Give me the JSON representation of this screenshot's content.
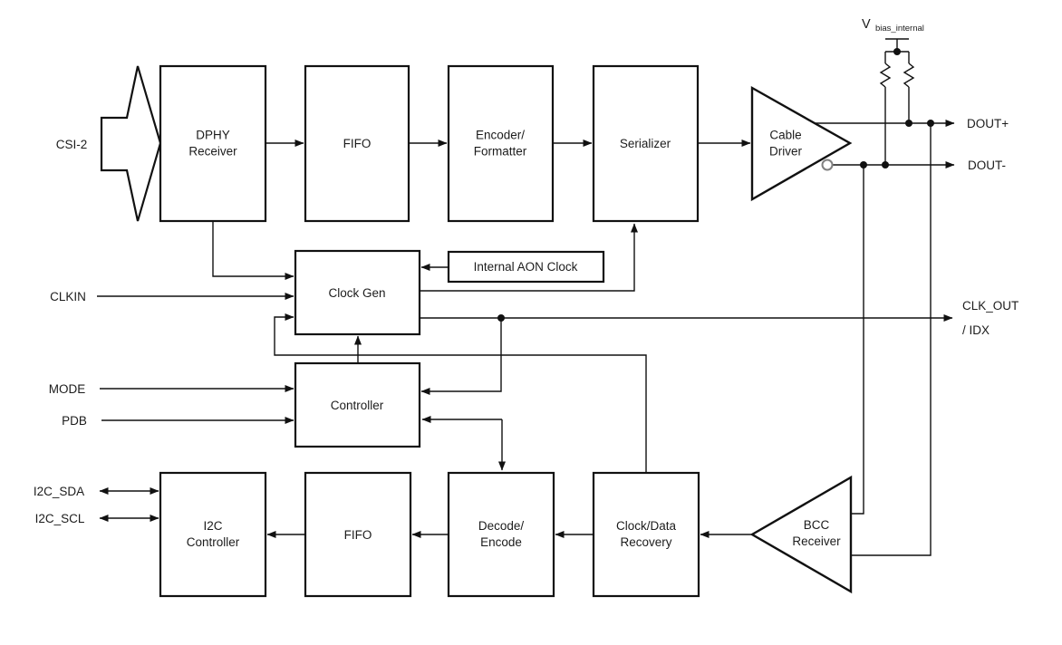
{
  "diagram": {
    "title_hint": "Serializer functional block diagram",
    "colors": {
      "background": "#ffffff",
      "line": "#111111",
      "text": "#1c1c1c",
      "bubble_stroke": "#808080"
    },
    "inputs": {
      "csi2": "CSI-2",
      "clkin": "CLKIN",
      "mode": "MODE",
      "pdb": "PDB",
      "i2c_sda": "I2C_SDA",
      "i2c_scl": "I2C_SCL"
    },
    "outputs": {
      "dout_plus": "DOUT+",
      "dout_minus": "DOUT-",
      "clk_out": "CLK_OUT",
      "idx": "/ IDX"
    },
    "bias": {
      "main": "V",
      "sub": "bias_internal"
    },
    "blocks": {
      "dphy": {
        "line1": "DPHY",
        "line2": "Receiver"
      },
      "fifo_top": {
        "line1": "FIFO"
      },
      "encoder": {
        "line1": "Encoder/",
        "line2": "Formatter"
      },
      "serializer": {
        "line1": "Serializer"
      },
      "cable_driver": {
        "line1": "Cable",
        "line2": "Driver"
      },
      "clock_gen": {
        "line1": "Clock Gen"
      },
      "aon_clock": {
        "line1": "Internal AON Clock"
      },
      "controller": {
        "line1": "Controller"
      },
      "i2c_controller": {
        "line1": "I2C",
        "line2": "Controller"
      },
      "fifo_bottom": {
        "line1": "FIFO"
      },
      "decode": {
        "line1": "Decode/",
        "line2": "Encode"
      },
      "cdr": {
        "line1": "Clock/Data",
        "line2": "Recovery"
      },
      "bcc": {
        "line1": "BCC",
        "line2": "Receiver"
      }
    }
  }
}
